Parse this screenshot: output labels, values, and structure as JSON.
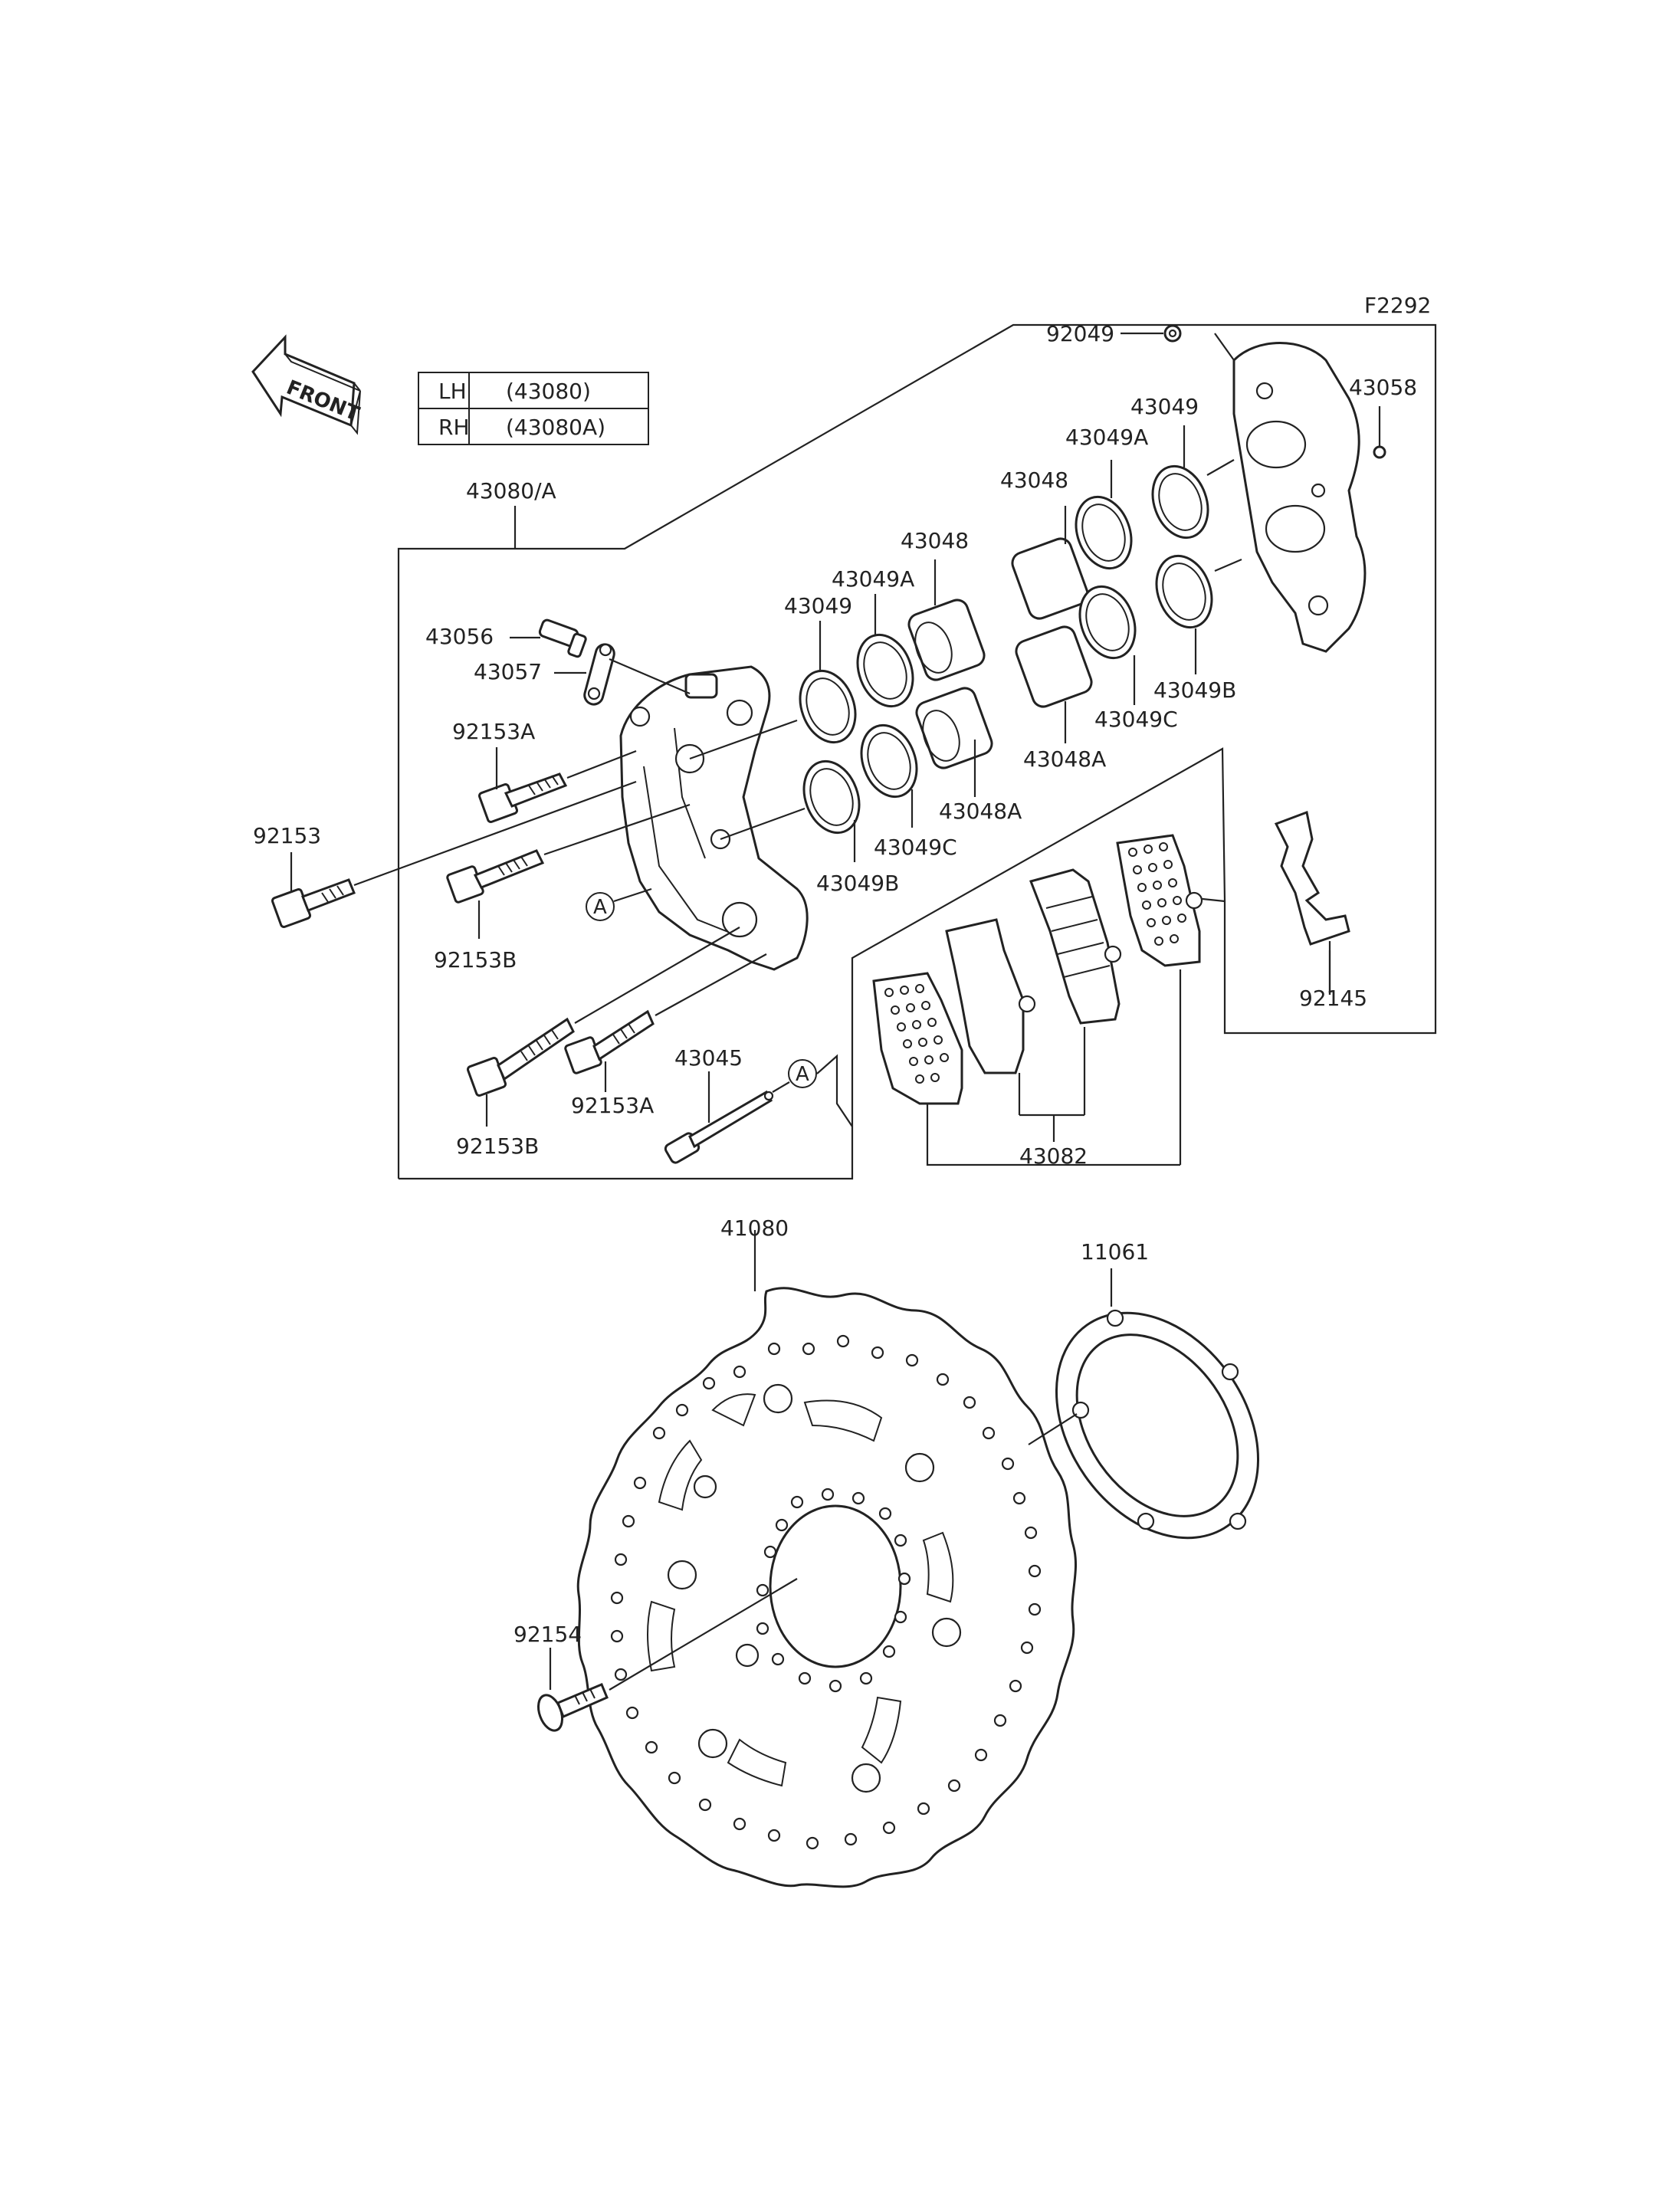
{
  "figure_code": "F2292",
  "front_label": "FRONT",
  "side_table": [
    {
      "side": "LH",
      "code": "(43080)"
    },
    {
      "side": "RH",
      "code": "(43080A)"
    }
  ],
  "callout_marker": "A",
  "labels": {
    "assembly": "43080/A",
    "bleeder_valve": "43056",
    "bleeder_cap": "43057",
    "bolt_92153A_upper": "92153A",
    "bolt_92153": "92153",
    "bolt_92153B_upper": "92153B",
    "bolt_92153B_lower": "92153B",
    "bolt_92153A_lower": "92153A",
    "pin": "43045",
    "seal_43049_left": "43049",
    "seal_43049A_left": "43049A",
    "piston_43048_left": "43048",
    "piston_43048A_left": "43048A",
    "seal_43049C_left": "43049C",
    "seal_43049B_left": "43049B",
    "washer_92049": "92049",
    "seal_43049_right": "43049",
    "seal_43049A_right": "43049A",
    "piston_43048_right": "43048",
    "piston_43048A_right": "43048A",
    "seal_43049C_right": "43049C",
    "seal_43049B_right": "43049B",
    "oring_43058": "43058",
    "spring_92145": "92145",
    "pads": "43082",
    "disc": "41080",
    "shim": "11061",
    "disc_bolt": "92154"
  }
}
